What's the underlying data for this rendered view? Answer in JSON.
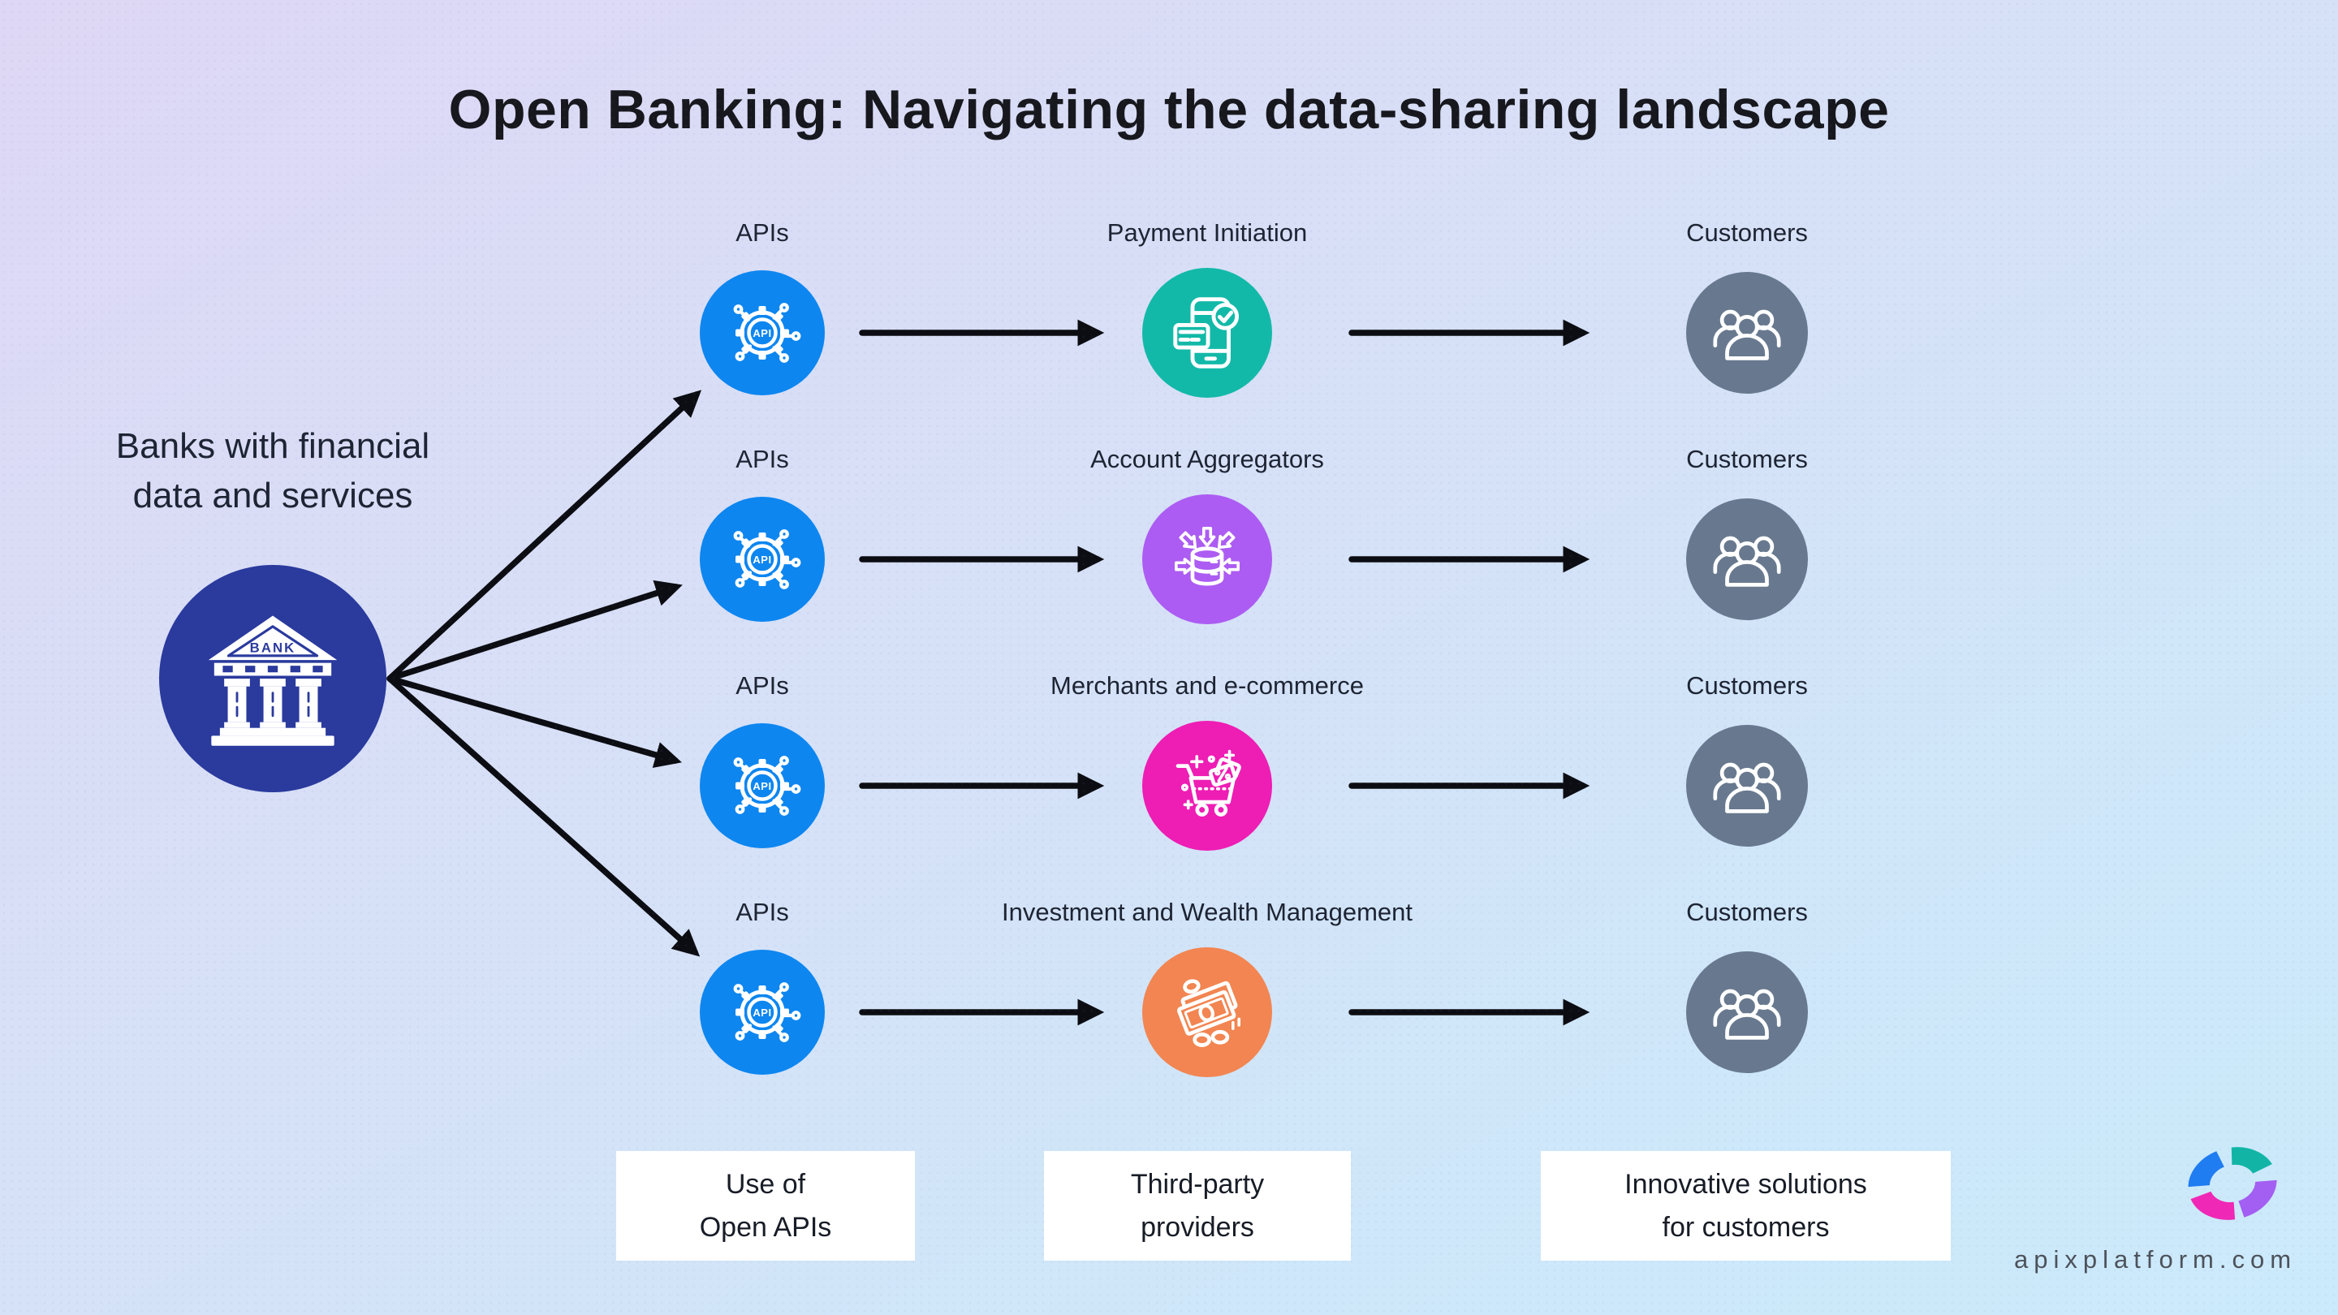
{
  "title": "Open Banking: Navigating the data-sharing landscape",
  "bank": {
    "label_line1": "Banks with financial",
    "label_line2": "data and services",
    "icon": "bank-building-icon",
    "color": "#2a3a9d"
  },
  "rows": [
    {
      "api_label": "APIs",
      "provider": {
        "label": "Payment Initiation",
        "color": "#12b9a8",
        "icon": "payment-phone-icon"
      },
      "customers_label": "Customers"
    },
    {
      "api_label": "APIs",
      "provider": {
        "label": "Account Aggregators",
        "color": "#ac5cf2",
        "icon": "database-aggregation-icon"
      },
      "customers_label": "Customers"
    },
    {
      "api_label": "APIs",
      "provider": {
        "label": "Merchants and e-commerce",
        "color": "#ee1db4",
        "icon": "shopping-cart-icon"
      },
      "customers_label": "Customers"
    },
    {
      "api_label": "APIs",
      "provider": {
        "label": "Investment and Wealth Management",
        "color": "#f28551",
        "icon": "money-notes-icon"
      },
      "customers_label": "Customers"
    }
  ],
  "colors": {
    "api_circle": "#0d86f0",
    "customers_circle": "#68798f",
    "arrow": "#0c0d12"
  },
  "footer": {
    "boxes": [
      {
        "line1": "Use of",
        "line2": "Open APIs"
      },
      {
        "line1": "Third-party",
        "line2": "providers"
      },
      {
        "line1": "Innovative solutions",
        "line2": "for customers"
      }
    ]
  },
  "brand": {
    "logo": "apix-ring-logo",
    "domain": "apixplatform.com"
  }
}
